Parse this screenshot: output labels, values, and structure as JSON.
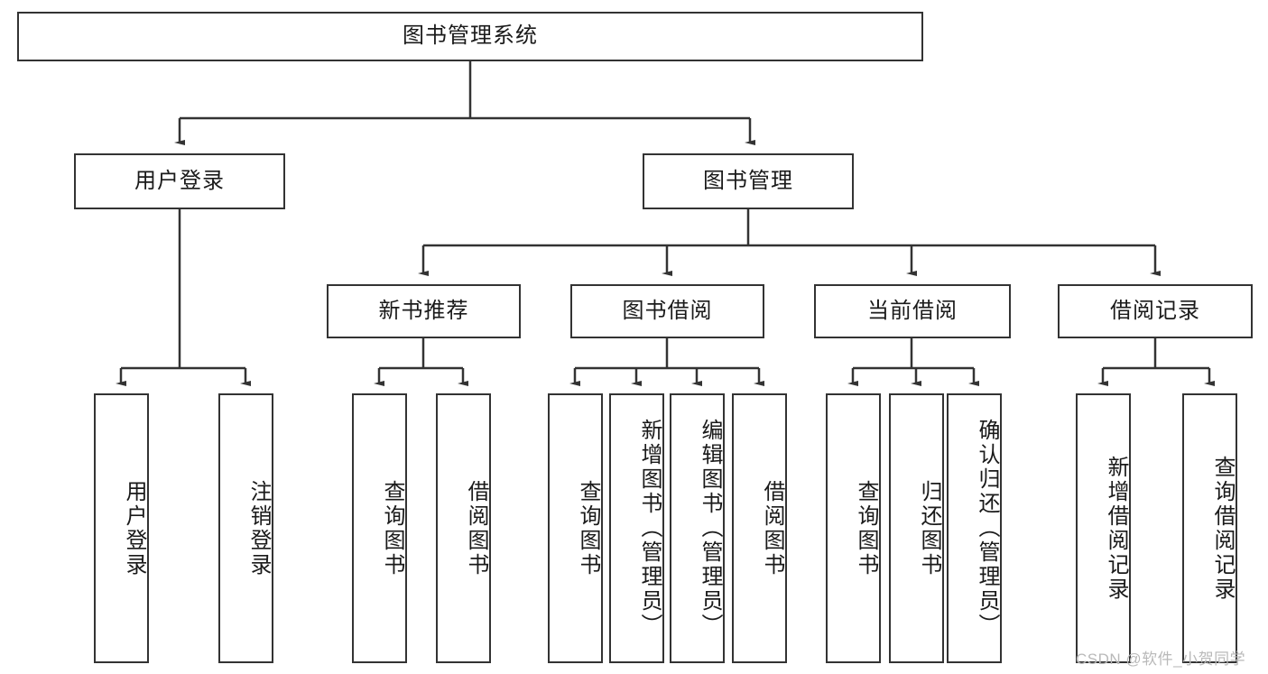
{
  "diagram": {
    "title": "图书管理系统",
    "root": {
      "id": "root",
      "label": "图书管理系统"
    },
    "level2": [
      {
        "id": "user-login",
        "label": "用户登录"
      },
      {
        "id": "book-manage",
        "label": "图书管理"
      }
    ],
    "level3": [
      {
        "id": "new-book-recommend",
        "label": "新书推荐"
      },
      {
        "id": "book-borrow",
        "label": "图书借阅"
      },
      {
        "id": "current-borrow",
        "label": "当前借阅"
      },
      {
        "id": "borrow-record",
        "label": "借阅记录"
      }
    ],
    "leaves": [
      {
        "id": "leaf-user-login",
        "label": "用户登录",
        "parent": "user-login"
      },
      {
        "id": "leaf-user-logout",
        "label": "注销登录",
        "parent": "user-login"
      },
      {
        "id": "leaf-query-book-1",
        "label": "查询图书",
        "parent": "new-book-recommend"
      },
      {
        "id": "leaf-borrow-book-1",
        "label": "借阅图书",
        "parent": "new-book-recommend"
      },
      {
        "id": "leaf-query-book-2",
        "label": "查询图书",
        "parent": "book-borrow"
      },
      {
        "id": "leaf-add-book",
        "label": "新增图书（管理员）",
        "parent": "book-borrow"
      },
      {
        "id": "leaf-edit-book",
        "label": "编辑图书（管理员）",
        "parent": "book-borrow"
      },
      {
        "id": "leaf-borrow-book-2",
        "label": "借阅图书",
        "parent": "book-borrow"
      },
      {
        "id": "leaf-query-book-3",
        "label": "查询图书",
        "parent": "current-borrow"
      },
      {
        "id": "leaf-return-book",
        "label": "归还图书",
        "parent": "current-borrow"
      },
      {
        "id": "leaf-confirm-return",
        "label": "确认归还（管理员）",
        "parent": "current-borrow"
      },
      {
        "id": "leaf-add-record",
        "label": "新增借阅记录",
        "parent": "borrow-record"
      },
      {
        "id": "leaf-query-record",
        "label": "查询借阅记录",
        "parent": "borrow-record"
      }
    ],
    "watermark": "CSDN @软件_小贺同学",
    "colors": {
      "stroke": "#333333",
      "box_fill": "#ffffff",
      "text": "#1a1a1a",
      "watermark": "#b9b9b9",
      "background": "#ffffff"
    }
  }
}
